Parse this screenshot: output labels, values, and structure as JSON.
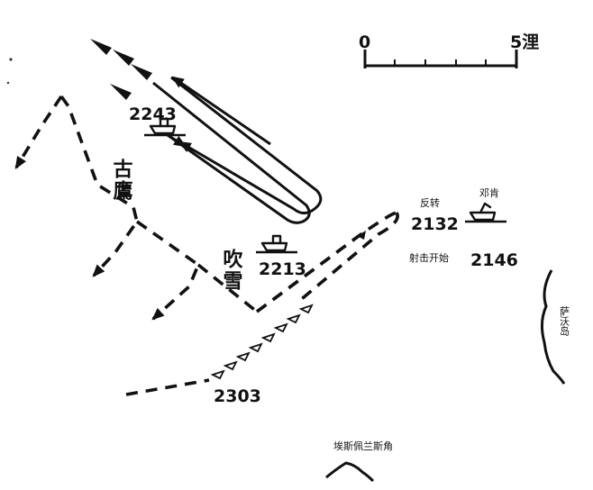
{
  "scale_bar": {
    "start_label": "0",
    "end_label": "5浬"
  },
  "times": {
    "japanese_cruisers": "2243",
    "fubuki": "2213",
    "reverse": "2132",
    "aoba_group": "2146",
    "final": "2303"
  },
  "labels": {
    "furutaka": "古鷹",
    "fubuki": "吹雪",
    "reverse": "反转",
    "firing_start": "射击开始",
    "enemy_ship": "邓肯",
    "island": "萨沃岛",
    "cape": "埃斯佩兰斯角"
  },
  "colors": {
    "ink": "#111111",
    "paper": "#ffffff"
  }
}
